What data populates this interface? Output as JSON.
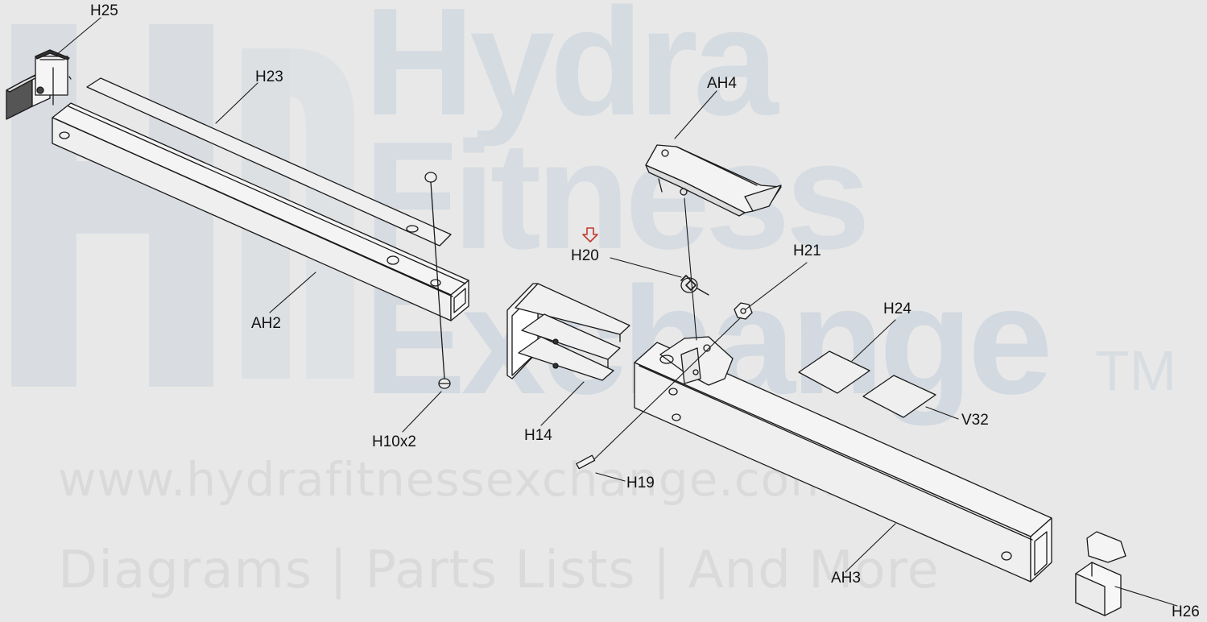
{
  "watermark": {
    "line1": "Hydra",
    "line2": "Fitness",
    "line3": "Exchange",
    "trademark": "TM",
    "url": "www.hydrafitnessexchange.com",
    "tagline": "Diagrams | Parts Lists | And More"
  },
  "parts": {
    "h25": "H25",
    "h23": "H23",
    "ah2": "AH2",
    "h10": "H10x2",
    "ah4": "AH4",
    "h20": "H20",
    "h21": "H21",
    "h24": "H24",
    "v32": "V32",
    "h14": "H14",
    "h19": "H19",
    "ah3": "AH3",
    "h26": "H26"
  },
  "colors": {
    "background": "#e8e8e8",
    "linework": "#1a1a1a",
    "watermark_blue": "#cfd9e2",
    "highlight_arrow": "#c0392b"
  }
}
